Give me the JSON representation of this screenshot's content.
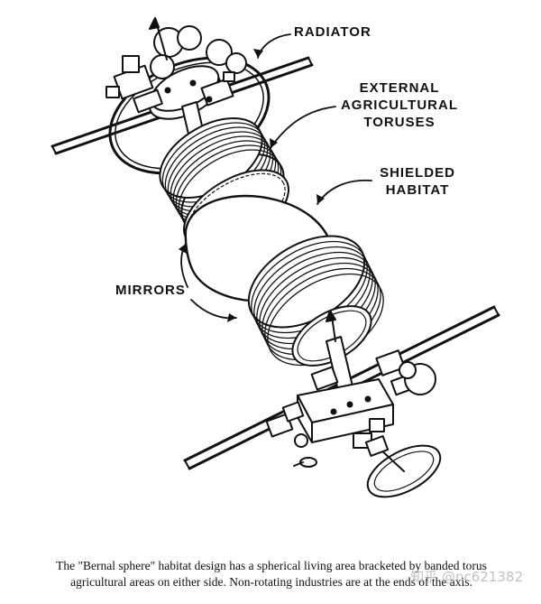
{
  "diagram": {
    "labels": {
      "radiator": "RADIATOR",
      "torus_line1": "EXTERNAL",
      "torus_line2": "AGRICULTURAL",
      "torus_line3": "TORUSES",
      "habitat_line1": "SHIELDED",
      "habitat_line2": "HABITAT",
      "mirrors": "MIRRORS"
    }
  },
  "caption": {
    "line1": "The \"Bernal sphere\" habitat design has a spherical living area bracketed by banded torus",
    "line2": "agricultural areas on either side.  Non-rotating industries are at the ends of the axis."
  },
  "watermark": "知乎 @nc621382"
}
